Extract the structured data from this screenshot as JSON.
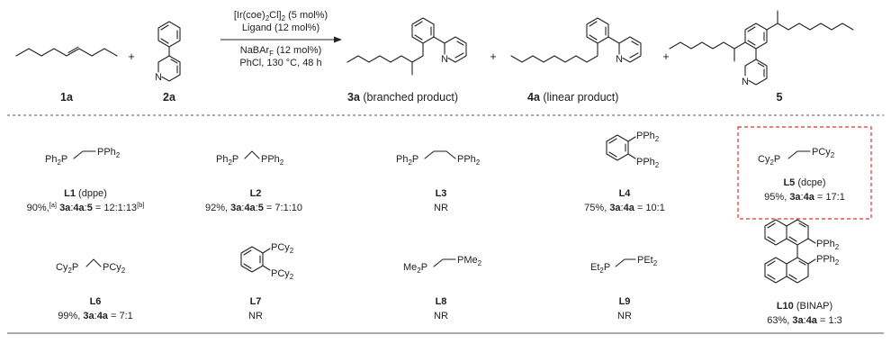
{
  "reaction": {
    "reactant1": {
      "label": "1a"
    },
    "reactant2": {
      "label": "2a",
      "ring_atom": "N"
    },
    "plus": "+",
    "conditions": {
      "catalyst": {
        "prefix": "[Ir(coe)",
        "sub1": "2",
        "mid": "Cl]",
        "sub2": "2",
        "suffix": " (5 mol%)"
      },
      "ligand": "Ligand (12 mol%)",
      "additive": {
        "prefix": "NaBAr",
        "sub": "F",
        "suffix": " (12 mol%)"
      },
      "solvent_temp_time": "PhCl, 130 °C, 48 h"
    },
    "products": [
      {
        "id": "3a",
        "desc": " (branched product)",
        "ring_atom": "N"
      },
      {
        "id": "4a",
        "desc": " (linear product)",
        "ring_atom": "N"
      },
      {
        "id": "5",
        "desc": "",
        "ring_atom": "N"
      }
    ]
  },
  "ligands": [
    {
      "id": "L1",
      "name": " (dppe)",
      "groups": [
        {
          "base": "Ph",
          "sub": "2",
          "tail": "P"
        },
        {
          "base": "PPh",
          "sub": "2",
          "tail": ""
        }
      ],
      "result_parts": [
        {
          "t": "90%,"
        },
        {
          "t": "[a]",
          "sup": true
        },
        {
          "t": " "
        },
        {
          "t": "3a",
          "b": true
        },
        {
          "t": ":"
        },
        {
          "t": "4a",
          "b": true
        },
        {
          "t": ":"
        },
        {
          "t": "5",
          "b": true
        },
        {
          "t": " = 12:1:13"
        },
        {
          "t": "[b]",
          "sup": true
        }
      ]
    },
    {
      "id": "L2",
      "name": "",
      "groups": [
        {
          "base": "Ph",
          "sub": "2",
          "tail": "P"
        },
        {
          "base": "PPh",
          "sub": "2",
          "tail": ""
        }
      ],
      "result_parts": [
        {
          "t": "92%, "
        },
        {
          "t": "3a",
          "b": true
        },
        {
          "t": ":"
        },
        {
          "t": "4a",
          "b": true
        },
        {
          "t": ":"
        },
        {
          "t": "5",
          "b": true
        },
        {
          "t": " = 7:1:10"
        }
      ]
    },
    {
      "id": "L3",
      "name": "",
      "groups": [
        {
          "base": "Ph",
          "sub": "2",
          "tail": "P"
        },
        {
          "base": "PPh",
          "sub": "2",
          "tail": ""
        }
      ],
      "result_parts": [
        {
          "t": "NR"
        }
      ]
    },
    {
      "id": "L4",
      "name": "",
      "groups": [
        {
          "base": "PPh",
          "sub": "2",
          "tail": ""
        },
        {
          "base": "PPh",
          "sub": "2",
          "tail": ""
        }
      ],
      "result_parts": [
        {
          "t": "75%, "
        },
        {
          "t": "3a",
          "b": true
        },
        {
          "t": ":"
        },
        {
          "t": "4a",
          "b": true
        },
        {
          "t": " = 10:1"
        }
      ]
    },
    {
      "id": "L5",
      "name": " (dcpe)",
      "highlighted": true,
      "groups": [
        {
          "base": "Cy",
          "sub": "2",
          "tail": "P"
        },
        {
          "base": "PCy",
          "sub": "2",
          "tail": ""
        }
      ],
      "result_parts": [
        {
          "t": "95%, "
        },
        {
          "t": "3a",
          "b": true
        },
        {
          "t": ":"
        },
        {
          "t": "4a",
          "b": true
        },
        {
          "t": " = 17:1"
        }
      ]
    },
    {
      "id": "L6",
      "name": "",
      "groups": [
        {
          "base": "Cy",
          "sub": "2",
          "tail": "P"
        },
        {
          "base": "PCy",
          "sub": "2",
          "tail": ""
        }
      ],
      "result_parts": [
        {
          "t": "99%, "
        },
        {
          "t": "3a",
          "b": true
        },
        {
          "t": ":"
        },
        {
          "t": "4a",
          "b": true
        },
        {
          "t": " = 7:1"
        }
      ]
    },
    {
      "id": "L7",
      "name": "",
      "groups": [
        {
          "base": "PCy",
          "sub": "2",
          "tail": ""
        },
        {
          "base": "PCy",
          "sub": "2",
          "tail": ""
        }
      ],
      "result_parts": [
        {
          "t": "NR"
        }
      ]
    },
    {
      "id": "L8",
      "name": "",
      "groups": [
        {
          "base": "Me",
          "sub": "2",
          "tail": "P"
        },
        {
          "base": "PMe",
          "sub": "2",
          "tail": ""
        }
      ],
      "result_parts": [
        {
          "t": "NR"
        }
      ]
    },
    {
      "id": "L9",
      "name": "",
      "groups": [
        {
          "base": "Et",
          "sub": "2",
          "tail": "P"
        },
        {
          "base": "PEt",
          "sub": "2",
          "tail": ""
        }
      ],
      "result_parts": [
        {
          "t": "NR"
        }
      ]
    },
    {
      "id": "L10",
      "name": " (BINAP)",
      "groups": [
        {
          "base": "PPh",
          "sub": "2",
          "tail": ""
        },
        {
          "base": "PPh",
          "sub": "2",
          "tail": ""
        }
      ],
      "result_parts": [
        {
          "t": "63%, "
        },
        {
          "t": "3a",
          "b": true
        },
        {
          "t": ":"
        },
        {
          "t": "4a",
          "b": true
        },
        {
          "t": " = 1:3"
        }
      ]
    }
  ],
  "colors": {
    "ink": "#222222",
    "highlight_border": "#e03030",
    "separator": "#555555"
  }
}
